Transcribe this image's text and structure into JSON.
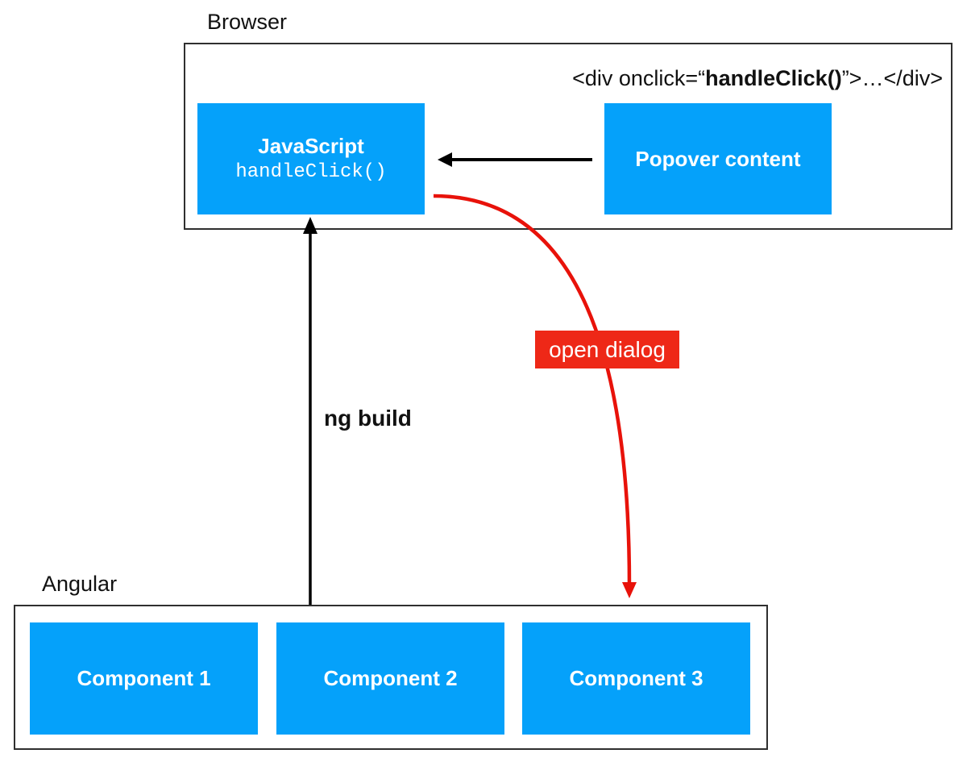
{
  "diagram": {
    "browser": {
      "label": "Browser",
      "code_line": {
        "prefix": "<div onclick=“",
        "bold": "handleClick()",
        "suffix": "”>…</div>"
      },
      "javascript_box": {
        "title": "JavaScript",
        "code": "handleClick()"
      },
      "popover_box": {
        "label": "Popover content"
      }
    },
    "arrows": {
      "popover_to_js": "black arrow from Popover content to JavaScript",
      "ng_build_up": "black arrow from Angular box up to JavaScript",
      "open_dialog_curve": "red curved arrow from JavaScript to Component 3"
    },
    "labels": {
      "open_dialog": "open dialog",
      "ng_build": "ng build"
    },
    "angular": {
      "label": "Angular",
      "components": [
        {
          "label": "Component 1"
        },
        {
          "label": "Component 2"
        },
        {
          "label": "Component 3"
        }
      ]
    },
    "colors": {
      "box_blue": "#05a1fa",
      "label_red": "#ee2817",
      "arrow_red": "#e8120a",
      "arrow_black": "#000000",
      "outline_gray": "#2f2f2f",
      "text_white": "#ffffff"
    }
  }
}
